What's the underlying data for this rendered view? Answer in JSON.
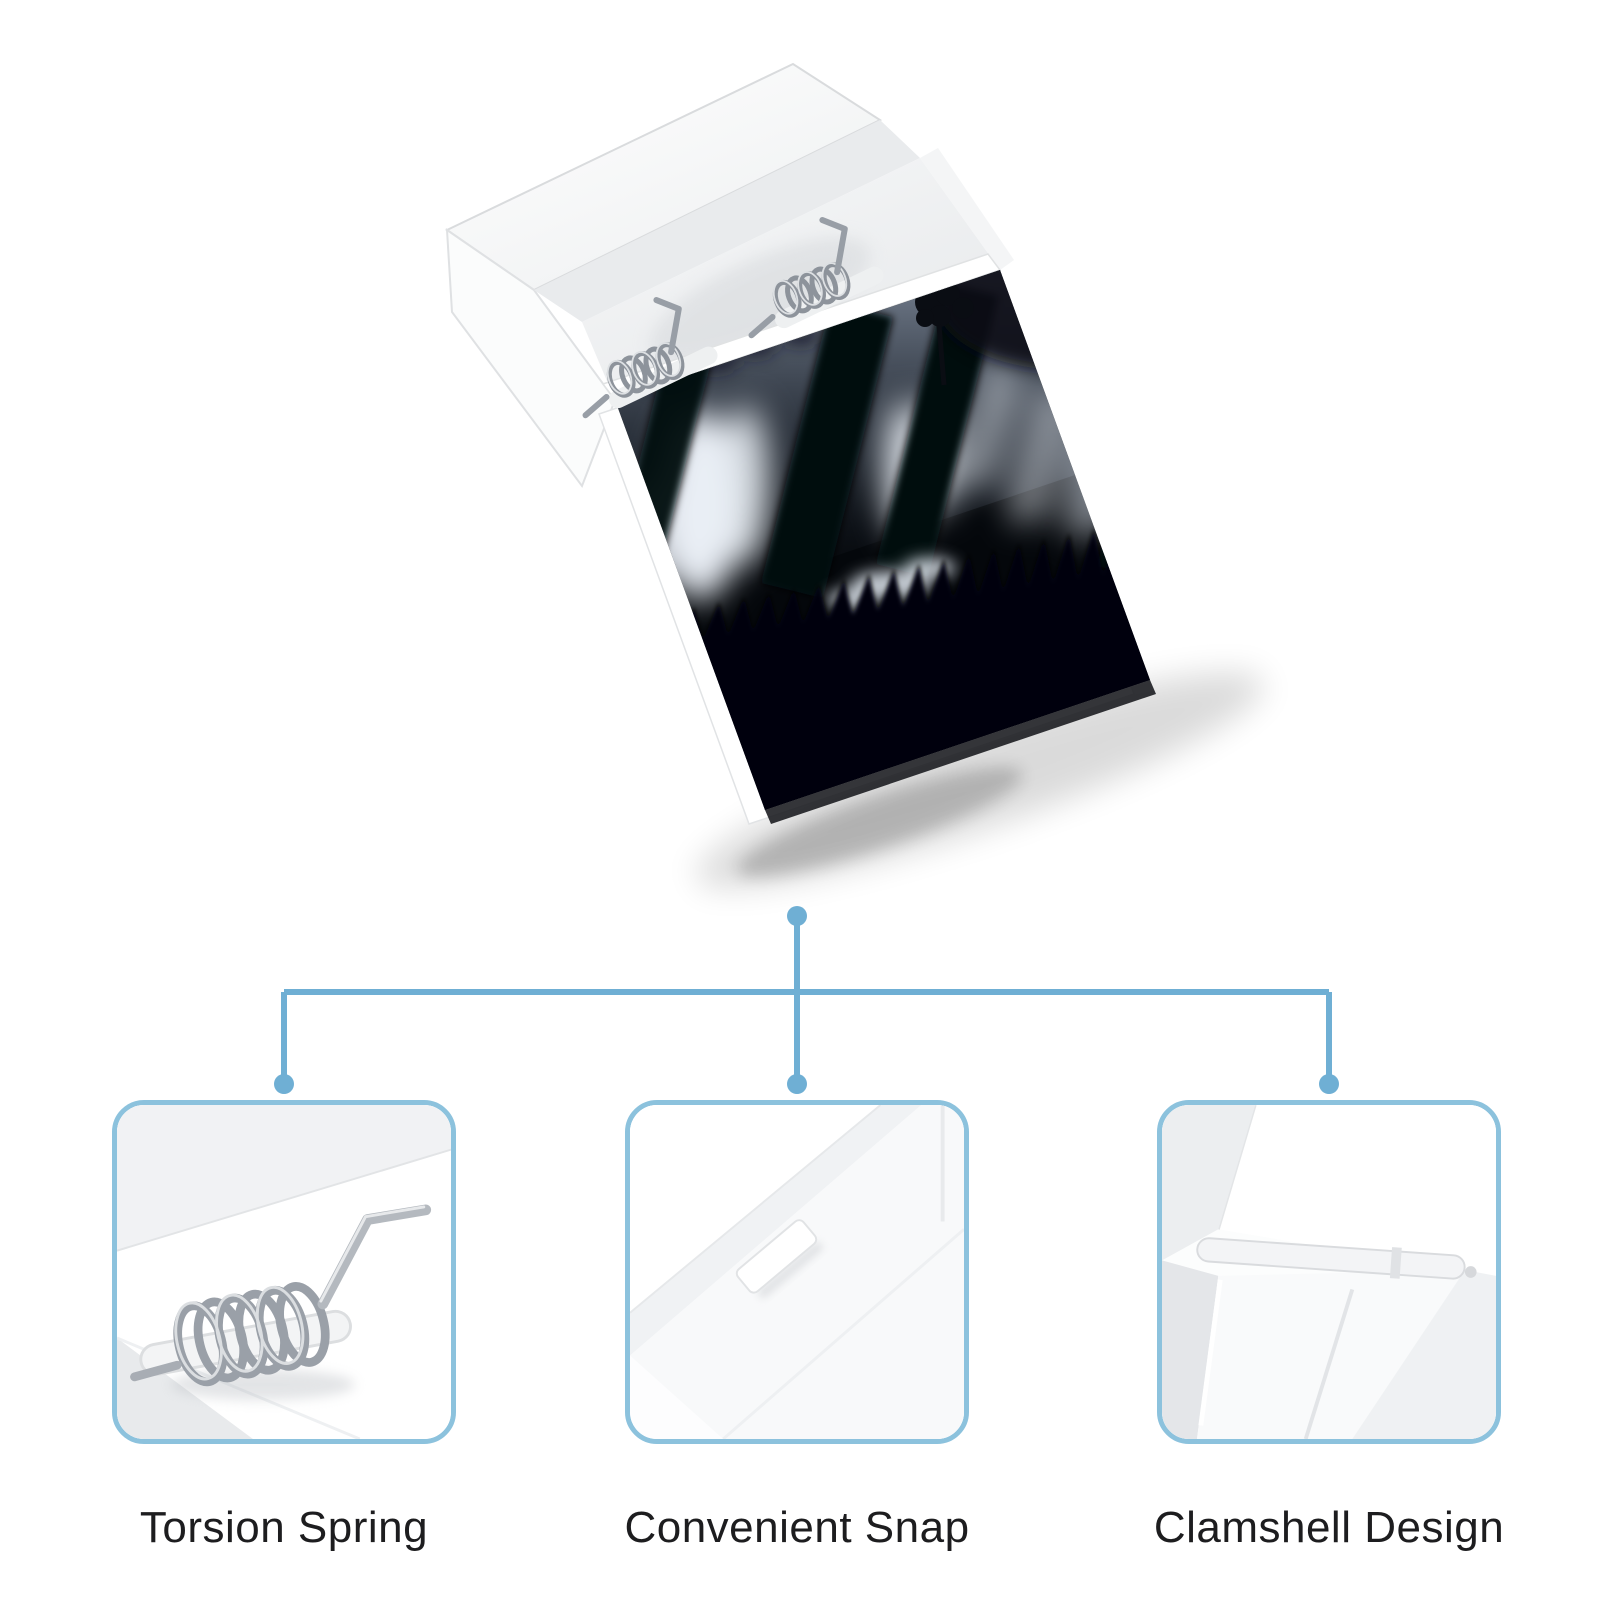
{
  "features": [
    {
      "id": "torsion-spring",
      "label": "Torsion Spring"
    },
    {
      "id": "convenient-snap",
      "label": "Convenient Snap"
    },
    {
      "id": "clamshell-design",
      "label": "Clamshell Design"
    }
  ],
  "colors": {
    "connector": "#6fafd4",
    "card_border": "#8cc2dd",
    "label_text": "#1d1d1f",
    "background": "#ffffff"
  }
}
